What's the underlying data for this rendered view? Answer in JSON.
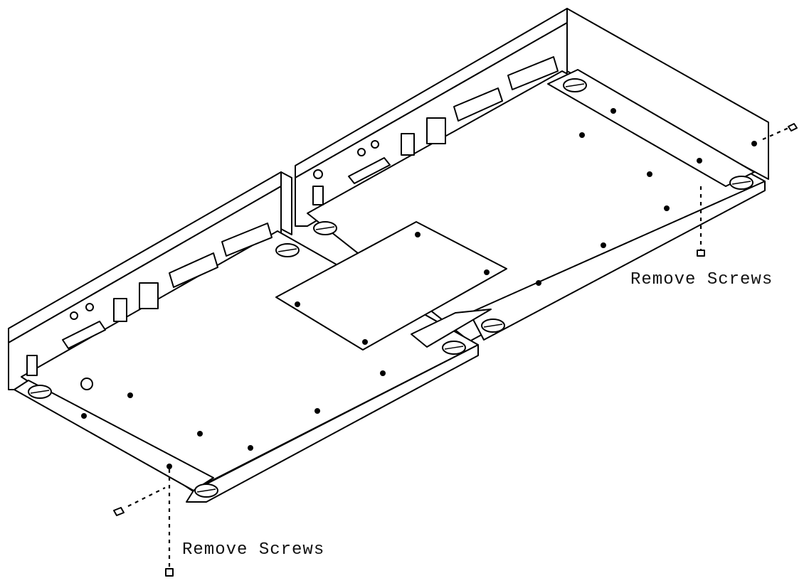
{
  "diagram": {
    "callouts": [
      {
        "id": "right",
        "text": "Remove Screws"
      },
      {
        "id": "left",
        "text": "Remove Screws"
      }
    ],
    "colors": {
      "line": "#000000",
      "background": "#ffffff"
    }
  }
}
